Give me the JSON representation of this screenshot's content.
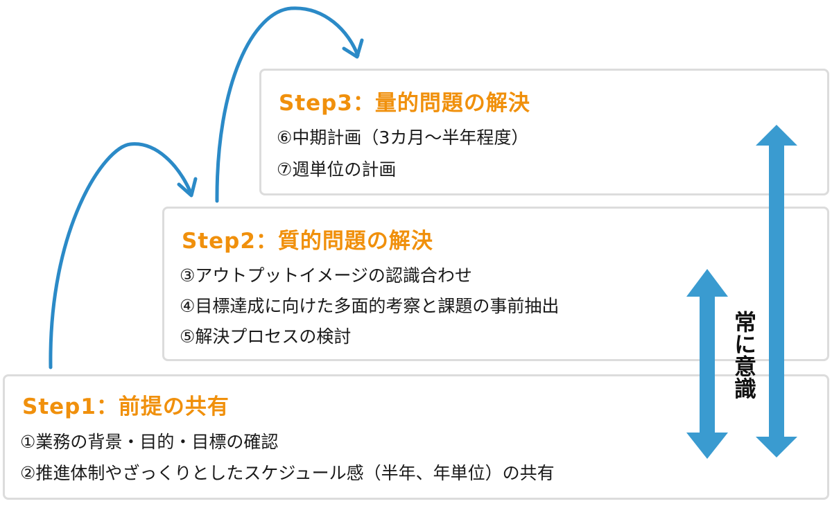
{
  "colors": {
    "step_title": "#f0900c",
    "arrow": "#2b8ac7",
    "double_arrow": "#3a9bd0",
    "box_border": "#dcdcdc",
    "text": "#1a1a1a"
  },
  "steps": [
    {
      "title": "Step1：前提の共有",
      "items": [
        "①業務の背景・目的・目標の確認",
        "②推進体制やざっくりとしたスケジュール感（半年、年単位）の共有"
      ]
    },
    {
      "title": "Step2：質的問題の解決",
      "items": [
        "③アウトプットイメージの認識合わせ",
        "④目標達成に向けた多面的考察と課題の事前抽出",
        "⑤解決プロセスの検討"
      ]
    },
    {
      "title": "Step3：量的問題の解決",
      "items": [
        "⑥中期計画（3カ月～半年程度）",
        "⑦週単位の計画"
      ]
    }
  ],
  "side_label": "常に意識",
  "icons": {
    "curved_arrows": "curved-arrow-icon",
    "double_arrows": "double-headed-arrow-icon"
  }
}
